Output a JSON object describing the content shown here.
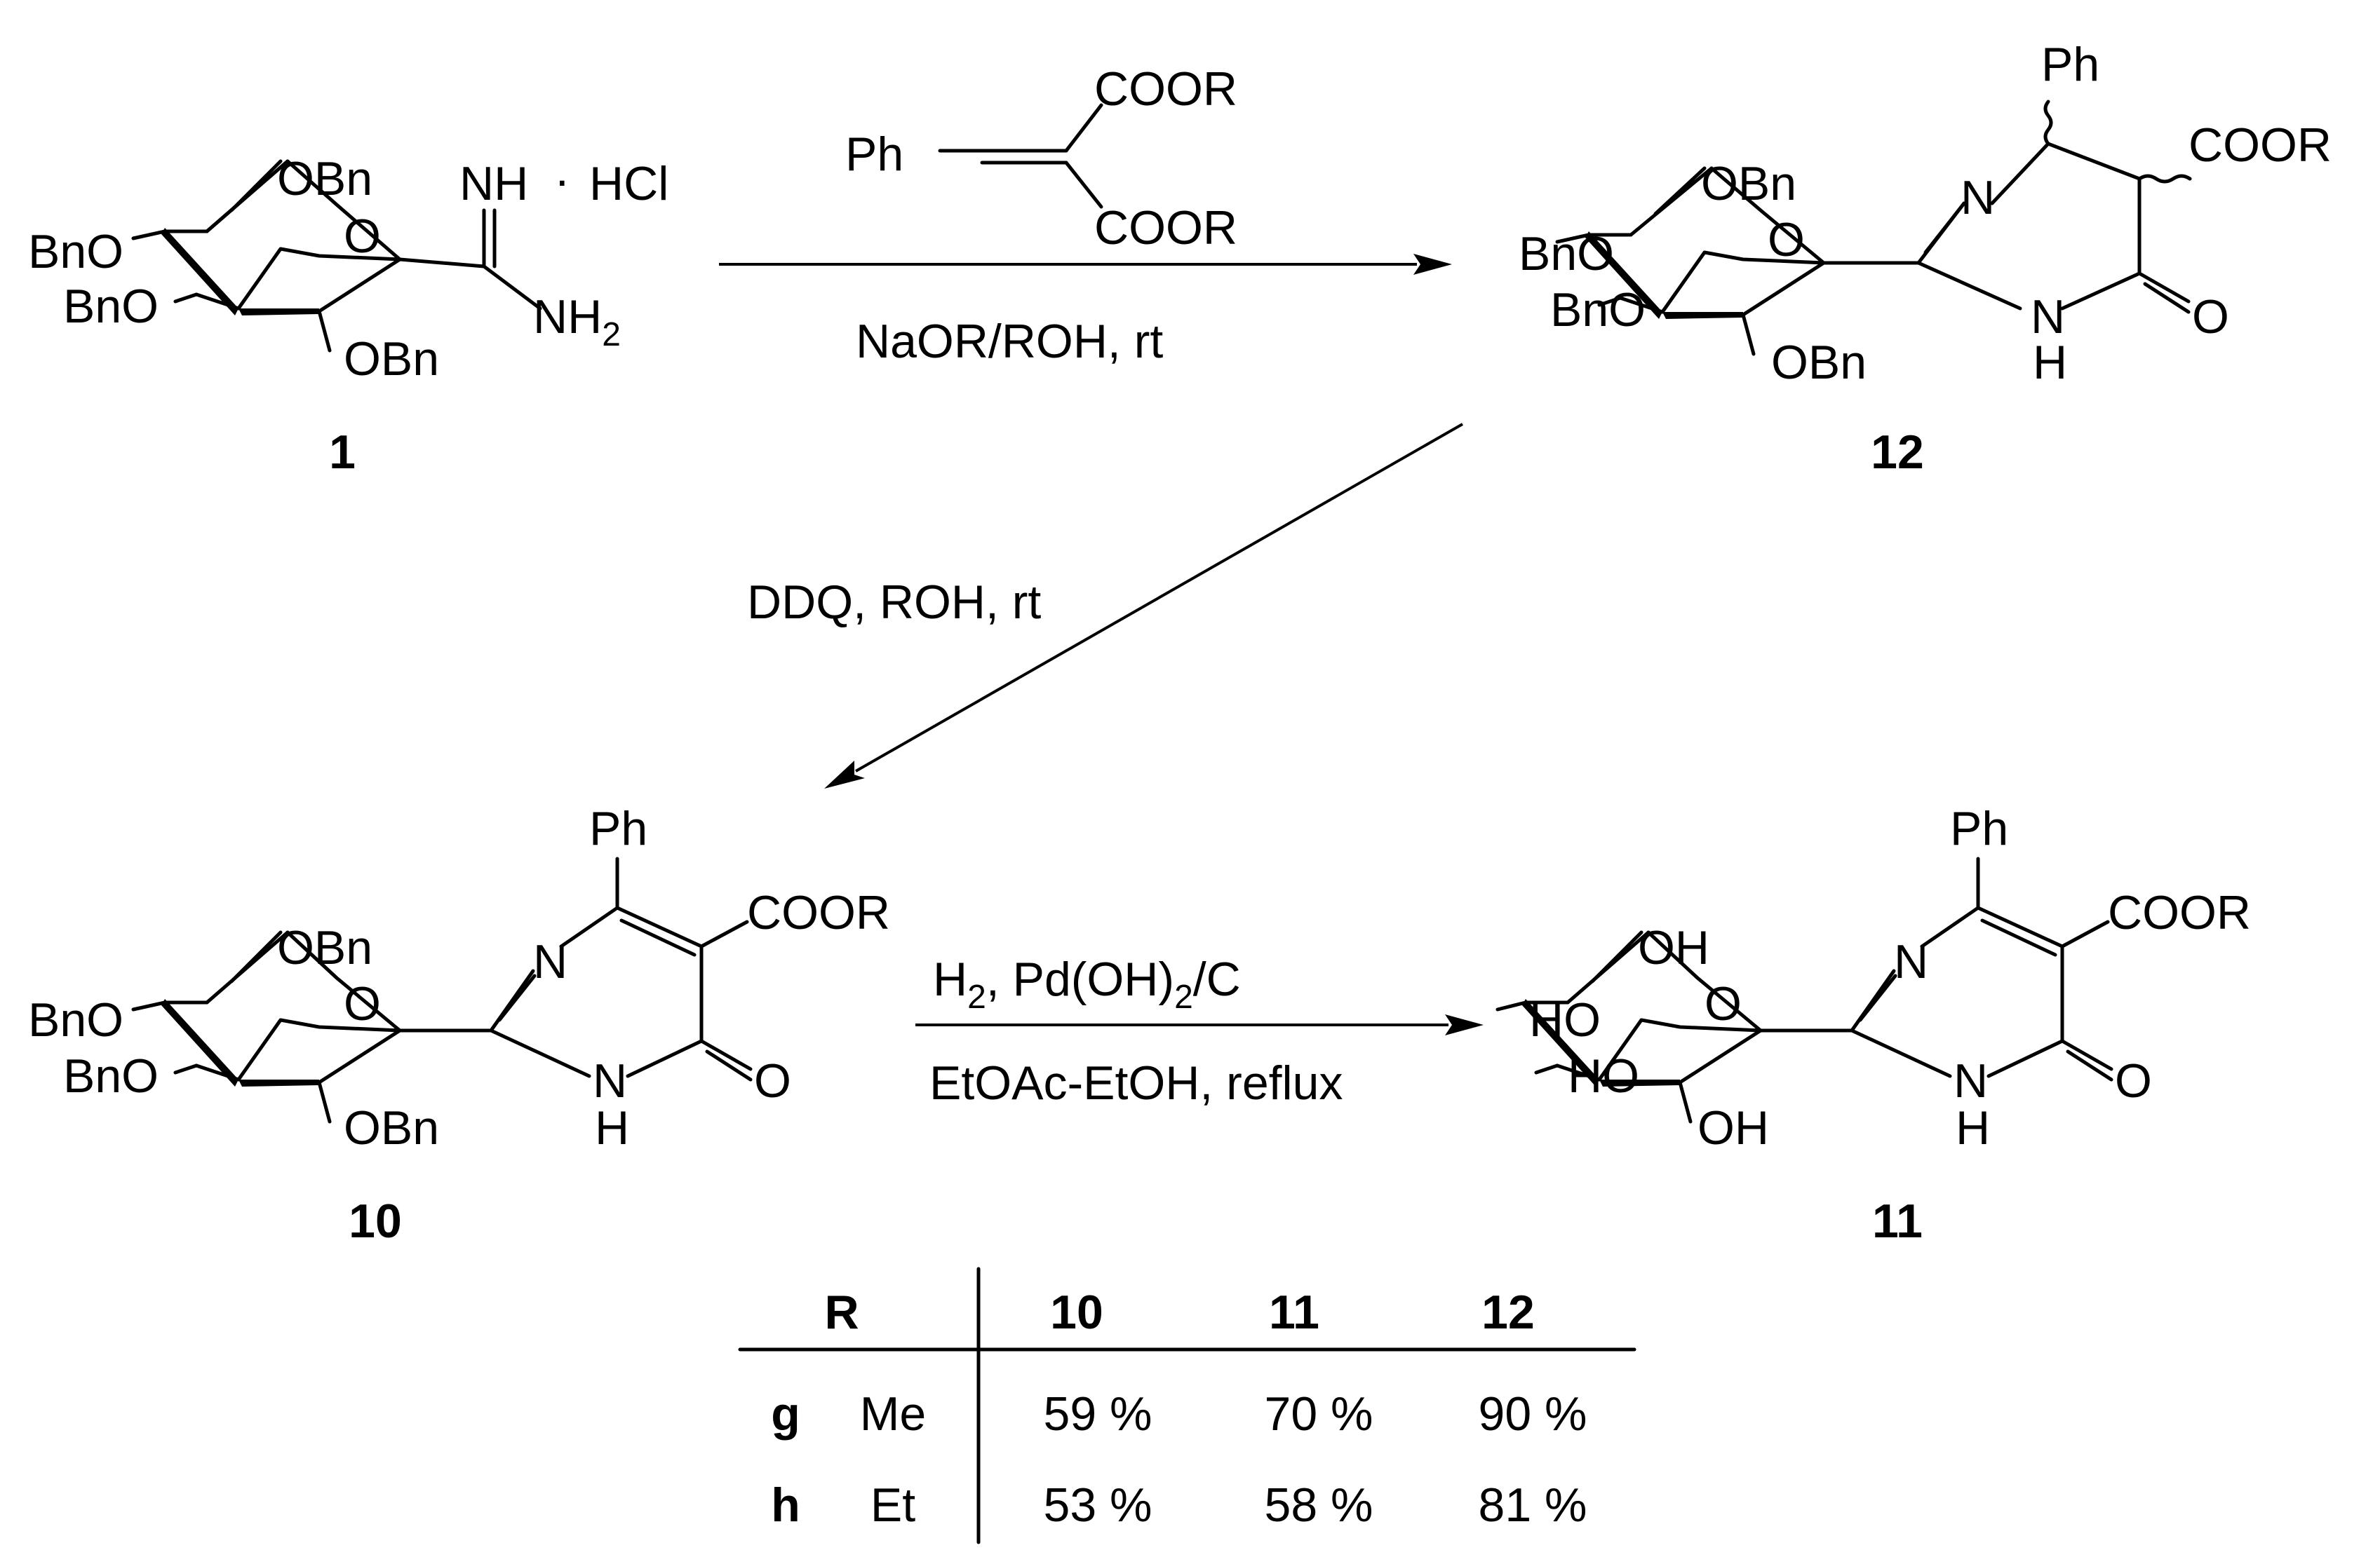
{
  "compounds": {
    "c1": {
      "number": "1",
      "labels": {
        "obn6": "OBn",
        "bno4": "BnO",
        "bno3": "BnO",
        "obn2": "OBn",
        "ring_o": "O",
        "nh": "NH",
        "dot": "·",
        "hcl": "HCl",
        "nh2": "NH",
        "nh2_sub": "2"
      }
    },
    "c12": {
      "number": "12",
      "labels": {
        "obn6": "OBn",
        "bno4": "BnO",
        "bno3": "BnO",
        "obn2": "OBn",
        "ring_o": "O",
        "n": "N",
        "ph": "Ph",
        "coor": "COOR",
        "nh_n": "N",
        "nh_h": "H",
        "o": "O"
      }
    },
    "c10": {
      "number": "10",
      "labels": {
        "obn6": "OBn",
        "bno4": "BnO",
        "bno3": "BnO",
        "obn2": "OBn",
        "ring_o": "O",
        "n": "N",
        "ph": "Ph",
        "coor": "COOR",
        "nh_n": "N",
        "nh_h": "H",
        "o": "O"
      }
    },
    "c11": {
      "number": "11",
      "labels": {
        "oh6": "OH",
        "ho4": "HO",
        "ho3": "HO",
        "oh2": "OH",
        "ring_o": "O",
        "n": "N",
        "ph": "Ph",
        "coor": "COOR",
        "nh_n": "N",
        "nh_h": "H",
        "o": "O"
      }
    }
  },
  "reagent": {
    "ph": "Ph",
    "coor_top": "COOR",
    "coor_bottom": "COOR"
  },
  "conditions": {
    "step1": "NaOR/ROH, rt",
    "step2": "DDQ, ROH, rt",
    "step3_top_a": "H",
    "step3_top_sub1": "2",
    "step3_top_b": ", Pd(OH)",
    "step3_top_sub2": "2",
    "step3_top_c": "/C",
    "step3_bottom": "EtOAc-EtOH, reflux"
  },
  "yield_table": {
    "headers": [
      "R",
      "10",
      "11",
      "12"
    ],
    "rows": [
      {
        "id": "g",
        "r": "Me",
        "y10": "59 %",
        "y11": "70 %",
        "y12": "90 %"
      },
      {
        "id": "h",
        "r": "Et",
        "y10": "53 %",
        "y11": "58 %",
        "y12": "81 %"
      }
    ]
  }
}
